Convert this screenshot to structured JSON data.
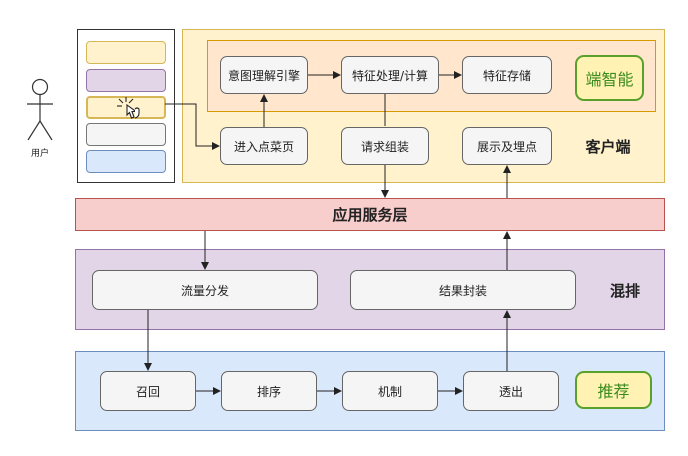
{
  "user": {
    "label": "用户"
  },
  "client": {
    "label": "客户端",
    "edge_label": "端智能",
    "nodes": {
      "intent": "意图理解引擎",
      "feature": "特征处理/计算",
      "storage": "特征存储",
      "enter": "进入点菜页",
      "request": "请求组装",
      "display": "展示及埋点"
    }
  },
  "service": {
    "label": "应用服务层"
  },
  "mix": {
    "label": "混排",
    "nodes": {
      "dispatch": "流量分发",
      "wrap": "结果封装"
    }
  },
  "recommend": {
    "label": "推荐",
    "nodes": {
      "recall": "召回",
      "rank": "排序",
      "mechanism": "机制",
      "pass": "透出"
    }
  },
  "colors": {
    "client_bg": "#fff2cc",
    "client_border": "#d6b656",
    "edge_bg": "#ffe6cc",
    "edge_border": "#d79b00",
    "service_bg": "#f8cecc",
    "service_border": "#b85450",
    "mix_bg": "#e1d5e7",
    "mix_border": "#9673a6",
    "rec_bg": "#dae8fc",
    "rec_border": "#6c8ebf",
    "accent_green": "#5aa02c"
  },
  "icons": {
    "user": "person-icon",
    "cursor": "pointer-hand-icon"
  }
}
